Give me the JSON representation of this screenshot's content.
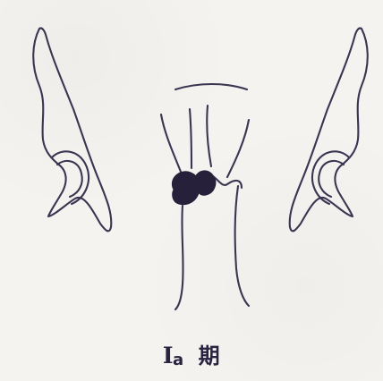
{
  "caption": {
    "stage": "I",
    "sub": "a",
    "char": "期"
  },
  "colors": {
    "line": "#3b3552",
    "lesion": "#26203a",
    "background": "#f5f3f0"
  }
}
